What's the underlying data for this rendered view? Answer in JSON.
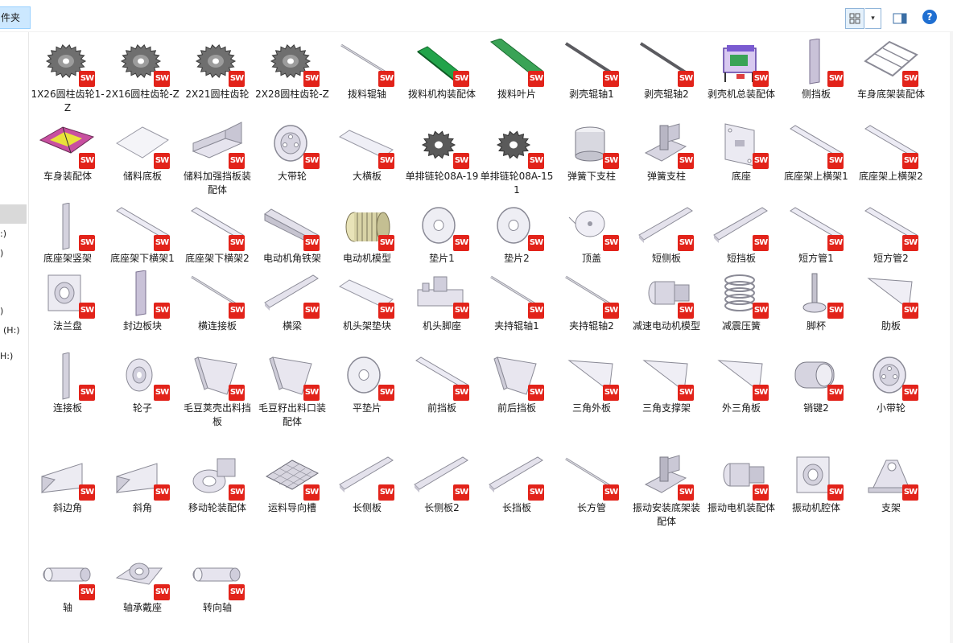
{
  "toolbar": {
    "folder_label": "件夹",
    "view_dropdown": "▾",
    "help": "?"
  },
  "nav": {
    "fragments": [
      ":)",
      ")",
      ")",
      "(H:)",
      "H:)"
    ]
  },
  "colors": {
    "sw_badge": "#e2231a",
    "selection": "#cce8ff",
    "accent": "#1f6fd1"
  },
  "files": [
    {
      "label": "1X26圆柱齿轮1-Z",
      "icon": "gear"
    },
    {
      "label": "2X16圆柱齿轮-Z",
      "icon": "gear"
    },
    {
      "label": "2X21圆柱齿轮",
      "icon": "gear"
    },
    {
      "label": "2X28圆柱齿轮-Z",
      "icon": "gear"
    },
    {
      "label": "拨料辊轴",
      "icon": "rod"
    },
    {
      "label": "拨料机构装配体",
      "icon": "green-rod"
    },
    {
      "label": "拨料叶片",
      "icon": "green-plate"
    },
    {
      "label": "剥壳辊轴1",
      "icon": "dark-rod"
    },
    {
      "label": "剥壳辊轴2",
      "icon": "dark-rod"
    },
    {
      "label": "剥壳机总装配体",
      "icon": "machine"
    },
    {
      "label": "侧挡板",
      "icon": "panel"
    },
    {
      "label": "车身底架装配体",
      "icon": "frame"
    },
    {
      "label": "车身装配体",
      "icon": "body-assembly"
    },
    {
      "label": "储料底板",
      "icon": "flat-sheet"
    },
    {
      "label": "储料加强挡板装配体",
      "icon": "channel"
    },
    {
      "label": "大带轮",
      "icon": "pulley"
    },
    {
      "label": "大横板",
      "icon": "flat-plate"
    },
    {
      "label": "单排链轮08A-19",
      "icon": "sprocket"
    },
    {
      "label": "单排链轮08A-151",
      "icon": "sprocket"
    },
    {
      "label": "弹簧下支柱",
      "icon": "cylinder"
    },
    {
      "label": "弹簧支柱",
      "icon": "bracket-post"
    },
    {
      "label": "底座",
      "icon": "base-plate"
    },
    {
      "label": "底座架上横架1",
      "icon": "tube"
    },
    {
      "label": "底座架上横架2",
      "icon": "tube"
    },
    {
      "label": "底座架竖架",
      "icon": "post"
    },
    {
      "label": "底座架下横架1",
      "icon": "tube"
    },
    {
      "label": "底座架下横架2",
      "icon": "tube"
    },
    {
      "label": "电动机角铁架",
      "icon": "angle-bar"
    },
    {
      "label": "电动机模型",
      "icon": "motor"
    },
    {
      "label": "垫片1",
      "icon": "washer"
    },
    {
      "label": "垫片2",
      "icon": "washer"
    },
    {
      "label": "顶盖",
      "icon": "cap"
    },
    {
      "label": "短侧板",
      "icon": "long-bar"
    },
    {
      "label": "短挡板",
      "icon": "long-bar"
    },
    {
      "label": "短方管1",
      "icon": "tube"
    },
    {
      "label": "短方管2",
      "icon": "tube"
    },
    {
      "label": "法兰盘",
      "icon": "flange"
    },
    {
      "label": "封边板块",
      "icon": "panel"
    },
    {
      "label": "横连接板",
      "icon": "rod"
    },
    {
      "label": "横梁",
      "icon": "long-bar"
    },
    {
      "label": "机头架垫块",
      "icon": "flat-plate"
    },
    {
      "label": "机头脚座",
      "icon": "foot-block"
    },
    {
      "label": "夹持辊轴1",
      "icon": "rod"
    },
    {
      "label": "夹持辊轴2",
      "icon": "rod"
    },
    {
      "label": "减速电动机模型",
      "icon": "gearmotor"
    },
    {
      "label": "减震压簧",
      "icon": "spring"
    },
    {
      "label": "脚杯",
      "icon": "foot-cup"
    },
    {
      "label": "肋板",
      "icon": "triangle"
    },
    {
      "label": "连接板",
      "icon": "post"
    },
    {
      "label": "轮子",
      "icon": "wheel"
    },
    {
      "label": "毛豆荚壳出料挡板",
      "icon": "chute"
    },
    {
      "label": "毛豆籽出料口装配体",
      "icon": "chute"
    },
    {
      "label": "平垫片",
      "icon": "washer"
    },
    {
      "label": "前挡板",
      "icon": "tube"
    },
    {
      "label": "前后挡板",
      "icon": "chute"
    },
    {
      "label": "三角外板",
      "icon": "triangle"
    },
    {
      "label": "三角支撑架",
      "icon": "triangle"
    },
    {
      "label": "外三角板",
      "icon": "triangle"
    },
    {
      "label": "销键2",
      "icon": "key"
    },
    {
      "label": "小带轮",
      "icon": "pulley"
    },
    {
      "label": "斜边角",
      "icon": "wedge"
    },
    {
      "label": "斜角",
      "icon": "wedge"
    },
    {
      "label": "移动轮装配体",
      "icon": "caster"
    },
    {
      "label": "运料导向槽",
      "icon": "mesh"
    },
    {
      "label": "长侧板",
      "icon": "long-bar"
    },
    {
      "label": "长侧板2",
      "icon": "long-bar"
    },
    {
      "label": "长挡板",
      "icon": "long-bar"
    },
    {
      "label": "长方管",
      "icon": "rod"
    },
    {
      "label": "振动安装底架装配体",
      "icon": "bracket-post"
    },
    {
      "label": "振动电机装配体",
      "icon": "gearmotor"
    },
    {
      "label": "振动机腔体",
      "icon": "flange"
    },
    {
      "label": "支架",
      "icon": "support"
    },
    {
      "label": "轴",
      "icon": "shaft"
    },
    {
      "label": "轴承戴座",
      "icon": "bearing"
    },
    {
      "label": "转向轴",
      "icon": "shaft"
    }
  ]
}
